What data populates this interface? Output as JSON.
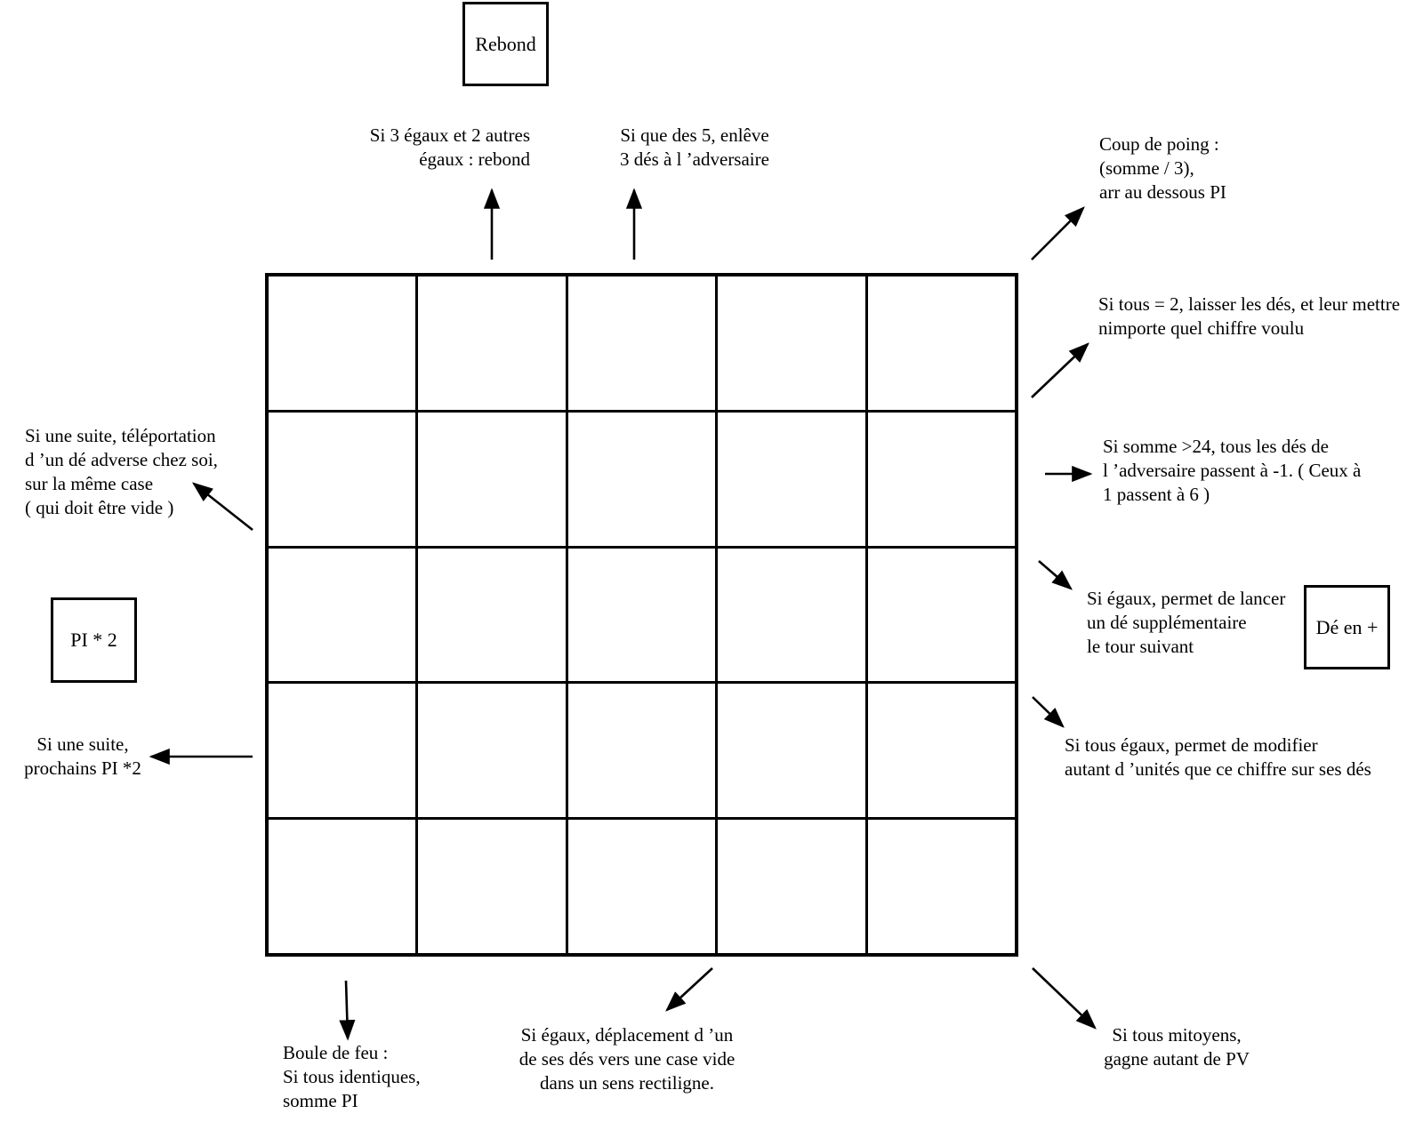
{
  "boxes": {
    "rebond": {
      "label": "Rebond"
    },
    "pi2": {
      "label": "PI * 2"
    },
    "de_en_plus": {
      "label": "Dé en +"
    }
  },
  "grid": {
    "rows": 5,
    "cols": 5
  },
  "colors": {
    "line": "#000000",
    "background": "#ffffff",
    "text": "#000000"
  },
  "notes": {
    "rebond_condition": {
      "lines": [
        "Si 3 égaux et 2 autres",
        "égaux : rebond"
      ]
    },
    "remove_dice": {
      "lines": [
        "Si que des 5, enlêve",
        "3 dés à l ’adversaire"
      ]
    },
    "punch": {
      "lines": [
        "Coup de poing :",
        "(somme / 3),",
        "arr au dessous PI"
      ]
    },
    "all_twos": {
      "lines": [
        "Si tous = 2, laisser les dés, et leur mettre",
        "nimporte quel chiffre voulu"
      ]
    },
    "sum_over_24": {
      "lines": [
        "Si somme >24, tous les dés de",
        "l ’adversaire passent à -1. ( Ceux à",
        "1 passent à 6 )"
      ]
    },
    "extra_die": {
      "lines": [
        "Si égaux, permet de lancer",
        "un dé supplémentaire",
        "le tour suivant"
      ]
    },
    "modify_units": {
      "lines": [
        "Si tous égaux, permet de modifier",
        "autant d ’unités que ce chiffre sur ses dés"
      ]
    },
    "teleport": {
      "lines": [
        "Si une suite, téléportation",
        "d ’un dé adverse chez soi,",
        "sur la même case",
        "( qui doit être vide )"
      ]
    },
    "suite_pi2": {
      "lines": [
        "Si une suite,",
        "prochains PI *2"
      ]
    },
    "fireball": {
      "lines": [
        "Boule de feu :",
        "Si tous identiques,",
        "somme PI"
      ]
    },
    "move_die": {
      "lines": [
        "Si égaux, déplacement d ’un",
        "de ses dés vers une case vide",
        "dans un sens rectiligne."
      ]
    },
    "adjacent": {
      "lines": [
        "Si tous mitoyens,",
        "gagne autant de PV"
      ]
    }
  }
}
